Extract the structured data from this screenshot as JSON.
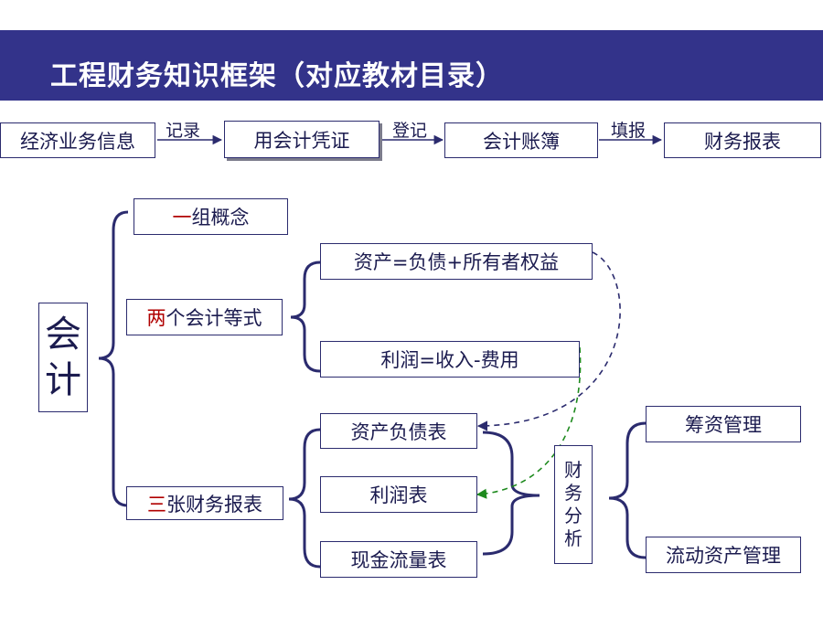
{
  "title": "工程财务知识框架（对应教材目录）",
  "flow": {
    "steps": [
      "经济业务信息",
      "用会计凭证",
      "会计账簿",
      "财务报表"
    ],
    "arrows": [
      "记录",
      "登记",
      "填报"
    ]
  },
  "root": {
    "chars": [
      "会",
      "计"
    ]
  },
  "branches": {
    "concept": {
      "prefix": "一",
      "rest": "组概念"
    },
    "equations": {
      "prefix": "两",
      "rest": "个会计等式"
    },
    "statements": {
      "prefix": "三",
      "rest": "张财务报表"
    }
  },
  "equations": [
    "资产=负债+所有者权益",
    "利润=收入-费用"
  ],
  "statements": [
    "资产负债表",
    "利润表",
    "现金流量表"
  ],
  "analysis": {
    "chars": [
      "财",
      "务",
      "分",
      "析"
    ]
  },
  "management": [
    "筹资管理",
    "流动资产管理"
  ],
  "colors": {
    "banner": "#33338a",
    "accent_red": "#b00000",
    "green_dashed": "#1e8a1e",
    "navy": "#2b2b6e"
  }
}
